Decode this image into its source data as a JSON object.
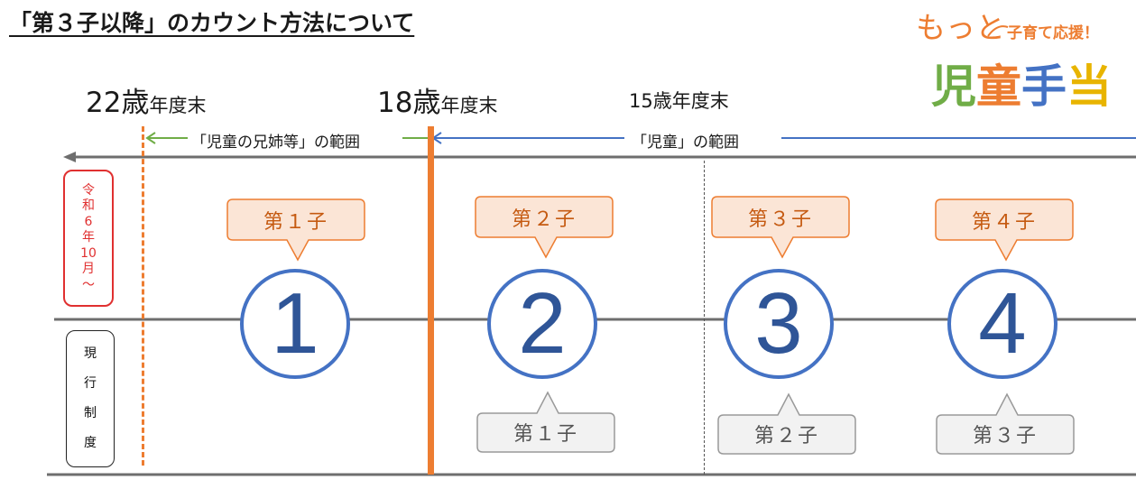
{
  "title": "「第３子以降」のカウント方法について",
  "logo": {
    "line1": "もっと",
    "line2": "子育て応援！",
    "chars": [
      "児",
      "童",
      "手",
      "当"
    ],
    "colors": [
      "#70ad47",
      "#ed7d31",
      "#4472c4",
      "#e8b400"
    ]
  },
  "ages": {
    "age22": {
      "number": "22歳",
      "suffix": "年度末"
    },
    "age18": {
      "number": "18歳",
      "suffix": "年度末"
    },
    "age15": "15歳年度末"
  },
  "ranges": {
    "siblings": "「児童の兄姉等」の範囲",
    "children": "「児童」の範囲"
  },
  "new_system": {
    "label_chars": [
      "令",
      "和",
      "6",
      "年",
      "10",
      "月",
      "～"
    ],
    "bubbles": [
      "第１子",
      "第２子",
      "第３子",
      "第４子"
    ]
  },
  "current_system": {
    "label_chars": [
      "現",
      "行",
      "制",
      "度"
    ],
    "bubbles": [
      "第１子",
      "第２子",
      "第３子"
    ]
  },
  "circles": [
    "1",
    "2",
    "3",
    "4"
  ],
  "colors": {
    "accent_orange": "#ed7d31",
    "bubble_orange_fill": "#fbe5d6",
    "bubble_gray_fill": "#f2f2f2",
    "circle_blue": "#4472c4",
    "arrow_green": "#70ad47",
    "arrow_blue": "#4472c4",
    "new_system_red": "#e03030"
  }
}
